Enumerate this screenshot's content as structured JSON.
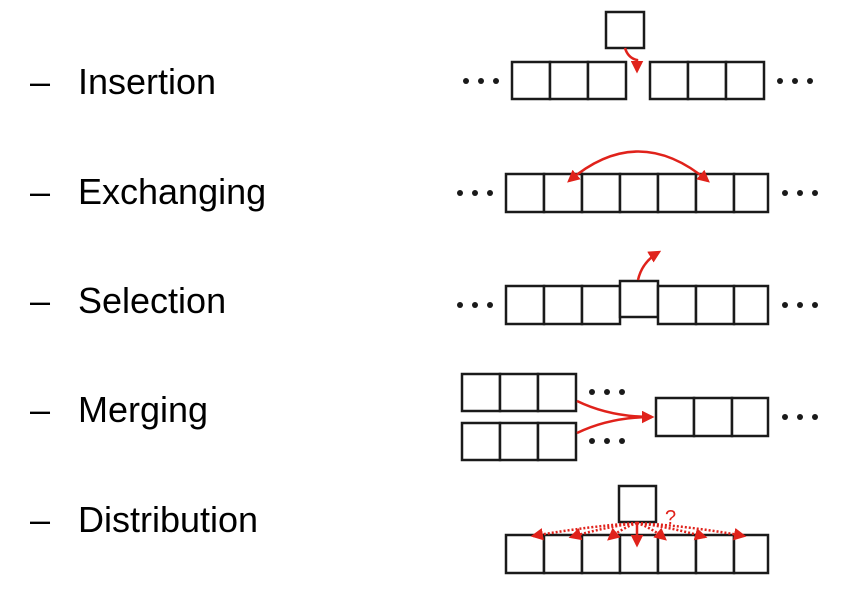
{
  "rows": [
    {
      "dash": "–",
      "label": "Insertion"
    },
    {
      "dash": "–",
      "label": "Exchanging"
    },
    {
      "dash": "–",
      "label": "Selection"
    },
    {
      "dash": "–",
      "label": "Merging"
    },
    {
      "dash": "–",
      "label": "Distribution"
    }
  ],
  "distribution_question": "?",
  "colors": {
    "arrow": "#e0221b",
    "box_stroke": "#1a1a1a"
  }
}
